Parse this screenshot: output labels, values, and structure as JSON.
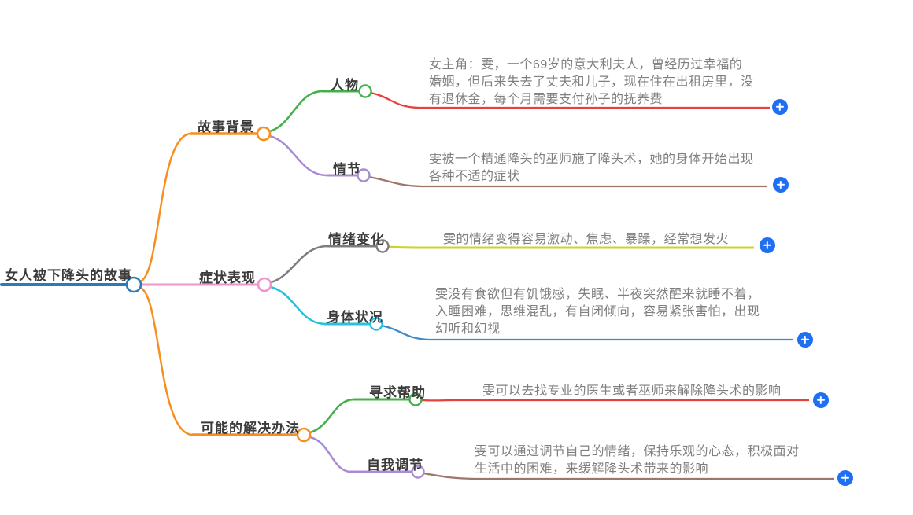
{
  "root": {
    "label": "女人被下降头的故事"
  },
  "branches": [
    {
      "label": "故事背景",
      "children": [
        {
          "label": "人物",
          "text": [
            "女主角：雯，一个69岁的意大利夫人，曾经历过幸福的",
            "婚姻，但后来失去了丈夫和儿子，现在住在出租房里，没",
            "有退休金，每个月需要支付孙子的抚养费"
          ]
        },
        {
          "label": "情节",
          "text": [
            "雯被一个精通降头的巫师施了降头术，她的身体开始出现",
            "各种不适的症状"
          ]
        }
      ]
    },
    {
      "label": "症状表现",
      "children": [
        {
          "label": "情绪变化",
          "text": [
            "雯的情绪变得容易激动、焦虑、暴躁，经常想发火"
          ]
        },
        {
          "label": "身体状况",
          "text": [
            "雯没有食欲但有饥饿感，失眠、半夜突然醒来就睡不着，",
            "入睡困难，思维混乱，有自闭倾向，容易紧张害怕，出现",
            "幻听和幻视"
          ]
        }
      ]
    },
    {
      "label": "可能的解决办法",
      "children": [
        {
          "label": "寻求帮助",
          "text": [
            "雯可以去找专业的医生或者巫师来解除降头术的影响"
          ]
        },
        {
          "label": "自我调节",
          "text": [
            "雯可以通过调节自己的情绪，保持乐观的心态，积极面对",
            "生活中的困难，来缓解降头术带来的影响"
          ]
        }
      ]
    }
  ],
  "colors": {
    "root_blue": "#2b7bba",
    "orange": "#f78f20",
    "pink": "#ee94cc",
    "green": "#43b049",
    "purple": "#a98bd3",
    "gray": "#7d7d7d",
    "cyan": "#25c1e2",
    "red": "#e8403d",
    "brown": "#a0766b",
    "yellow_green": "#ccd32f",
    "leaf_blue": "#3d89c9",
    "add_button_blue": "#1f6ff2"
  },
  "icons": {
    "add_button": "plus-icon"
  }
}
